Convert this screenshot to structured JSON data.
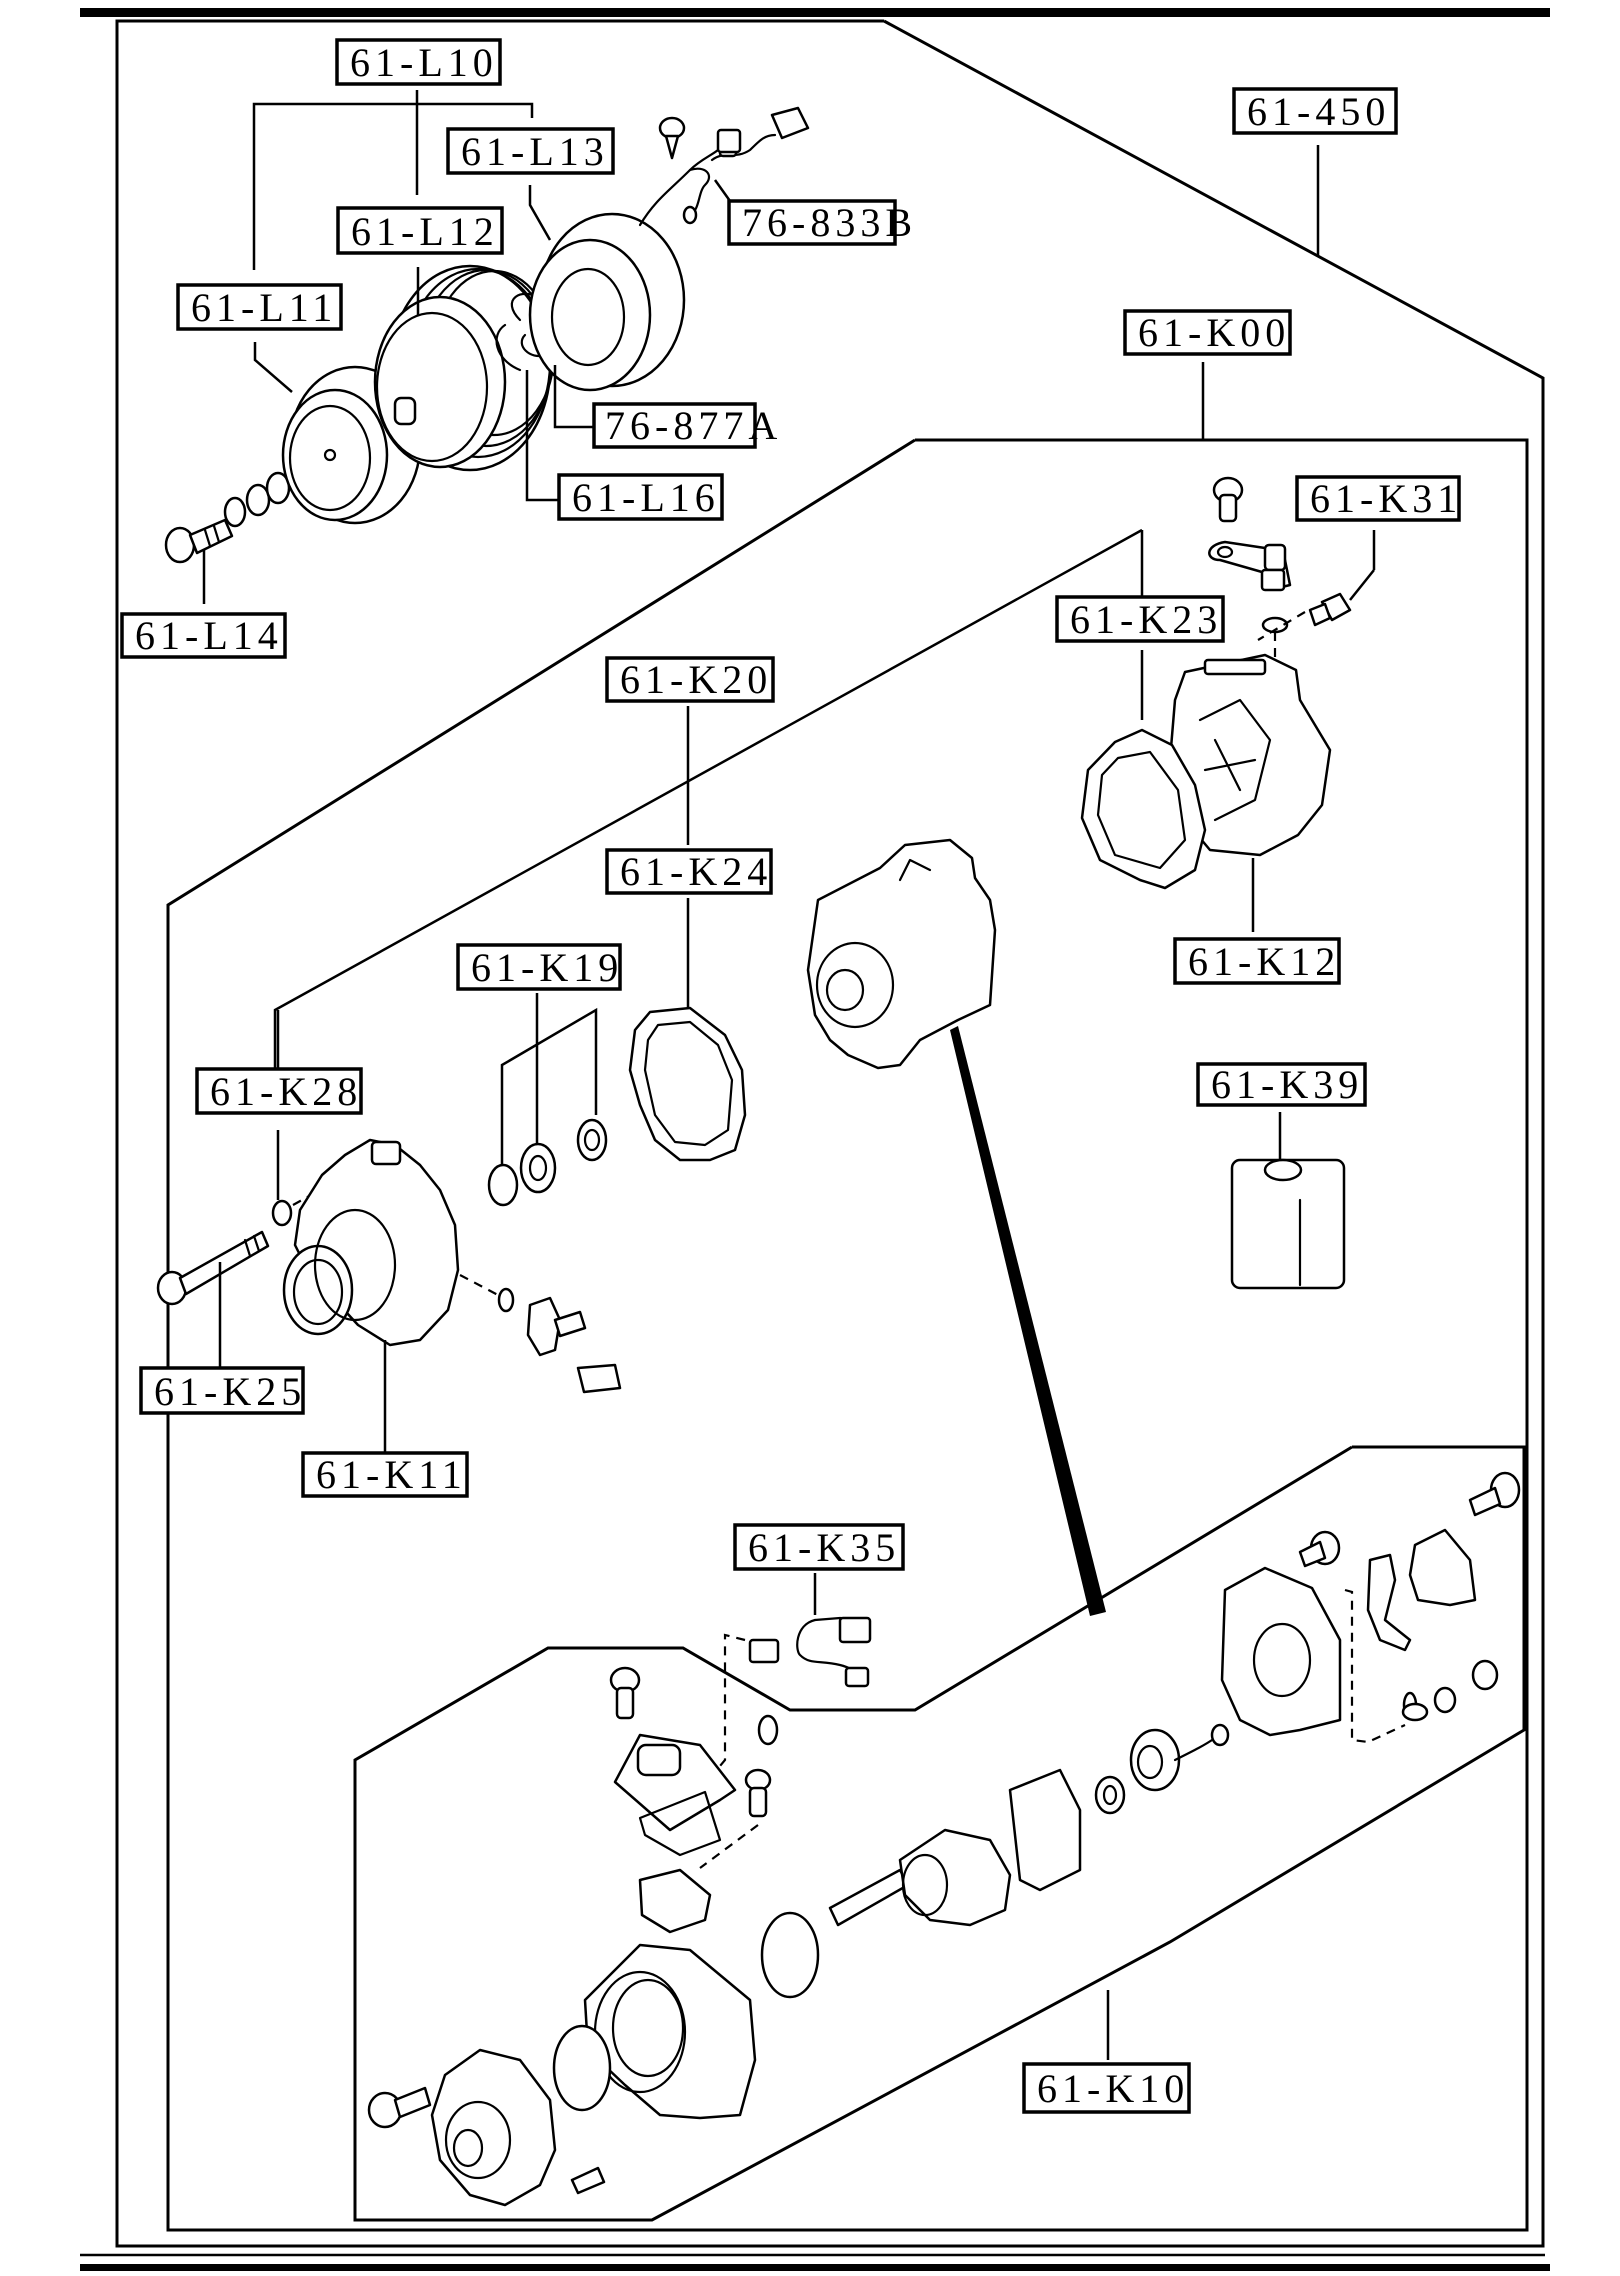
{
  "diagram": {
    "type": "exploded parts diagram",
    "labels": {
      "l10": "61-L10",
      "l13": "61-L13",
      "l12": "61-L12",
      "l11": "61-L11",
      "c833b": "76-833B",
      "c877a": "76-877A",
      "l16": "61-L16",
      "l14": "61-L14",
      "p450": "61-450",
      "k00": "61-K00",
      "k31": "61-K31",
      "k23": "61-K23",
      "k20": "61-K20",
      "k24": "61-K24",
      "k19": "61-K19",
      "k12": "61-K12",
      "k28": "61-K28",
      "k39": "61-K39",
      "k25": "61-K25",
      "k11": "61-K11",
      "k35": "61-K35",
      "k10": "61-K10"
    },
    "colors": {
      "ink": "#000000",
      "paper": "#ffffff"
    }
  }
}
